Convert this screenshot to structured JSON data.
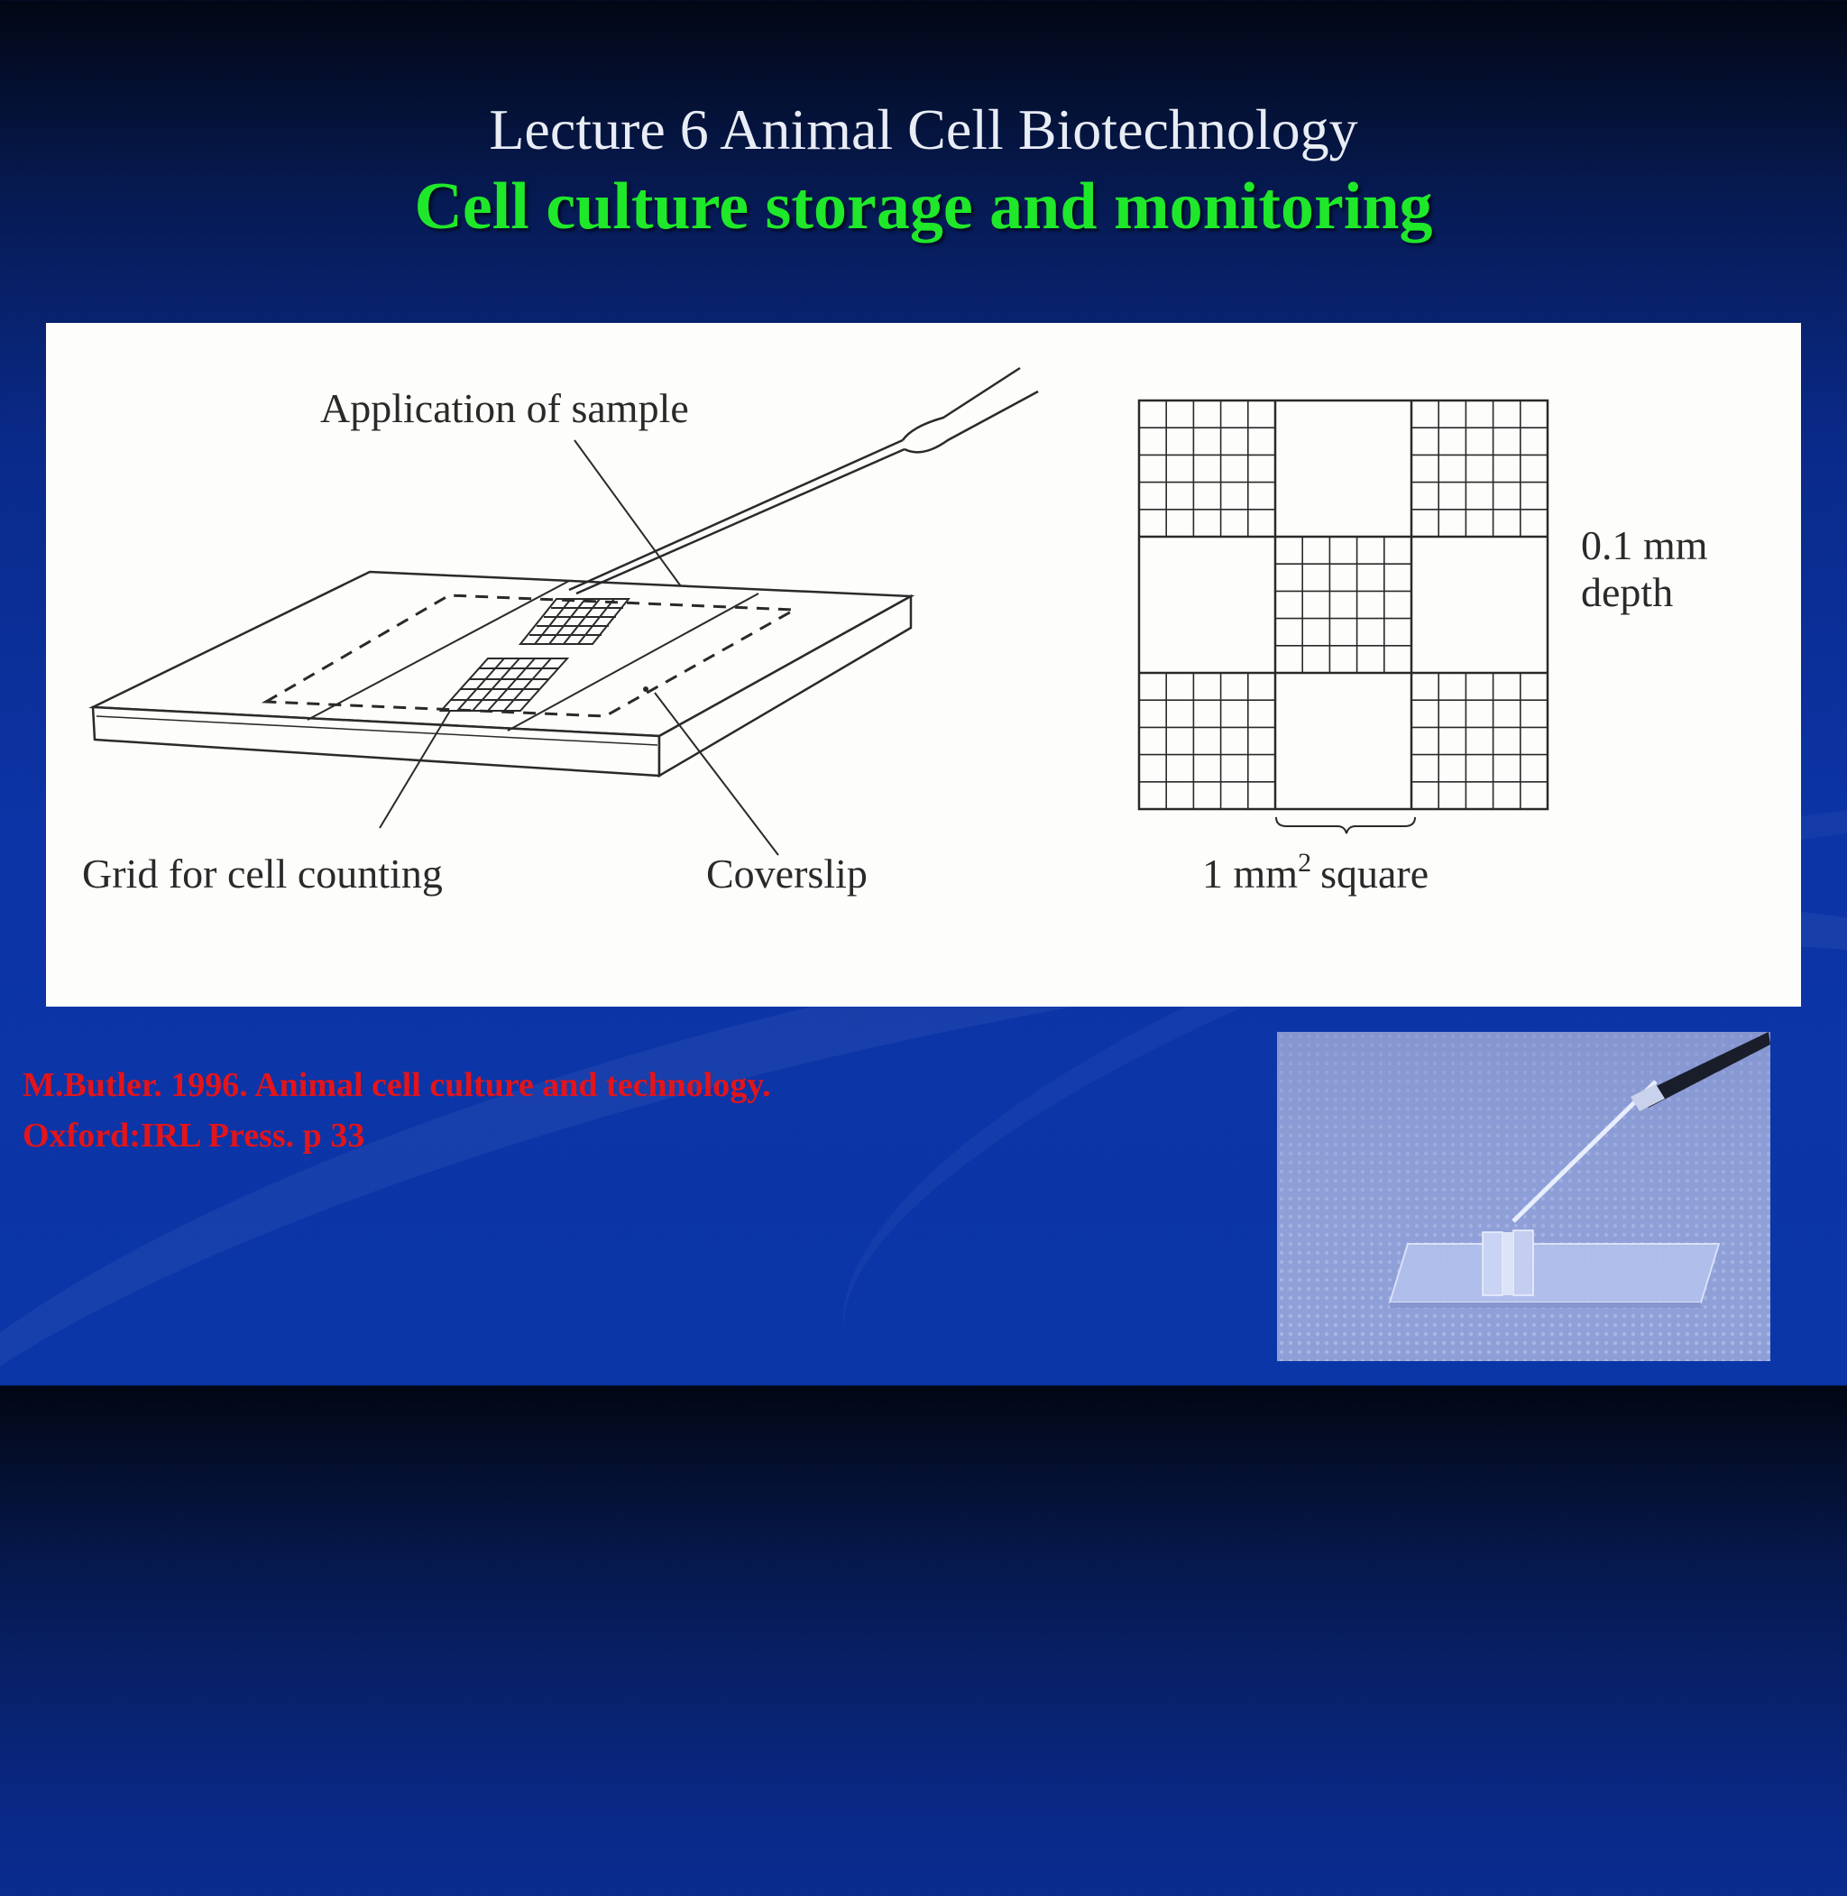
{
  "slide": {
    "title": "Lecture 6 Animal Cell Biotechnology",
    "subtitle": "Cell culture storage and monitoring",
    "title_color": "#e8ecf4",
    "subtitle_color": "#1fe82a",
    "background_color": "#0c34a6"
  },
  "diagram": {
    "label_application": "Application of sample",
    "label_grid": "Grid for cell counting",
    "label_coverslip": "Coverslip",
    "label_depth_value": "0.1 mm",
    "label_depth_word": "depth",
    "label_square_prefix": "1 mm",
    "label_square_exponent": "2",
    "label_square_suffix": "square"
  },
  "citation": {
    "line1": "M.Butler.  1996.  Animal cell culture and technology.",
    "line2": "Oxford:IRL Press. p 33",
    "color": "#e4141a"
  },
  "photo": {
    "subject": "hemocytometer-with-pipette"
  }
}
